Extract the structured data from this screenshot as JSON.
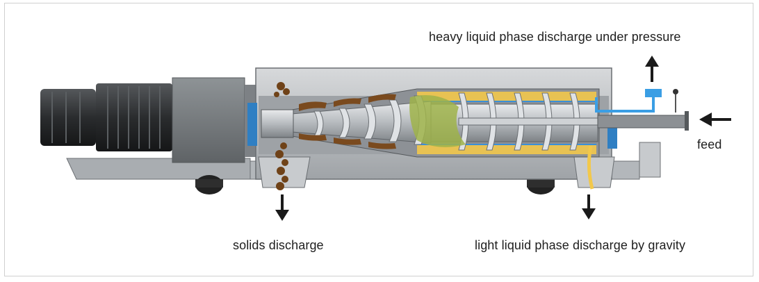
{
  "labels": {
    "heavy": "heavy liquid phase discharge under pressure",
    "feed": "feed",
    "solids": "solids discharge",
    "light": "light liquid phase discharge by gravity"
  },
  "colors": {
    "machine_gray": "#b9bcc1",
    "machine_dark": "#6e7377",
    "motor_black": "#2b2d2f",
    "accent_blue": "#2f7fc3",
    "liquid_yellow": "#f2c84b",
    "solids_brown": "#7a4a1e",
    "slurry_green": "#9fb34a"
  }
}
